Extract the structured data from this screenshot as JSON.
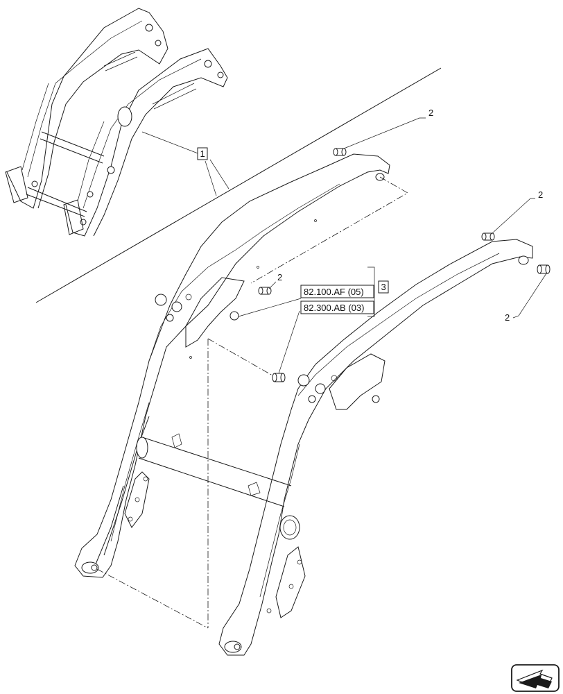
{
  "callouts": {
    "item1": "1",
    "item2_a": "2",
    "item2_b": "2",
    "item2_c": "2",
    "item2_d": "2",
    "item3": "3"
  },
  "references": {
    "ref_a": "82.100.AF (05)",
    "ref_b": "82.300.AB (03)"
  },
  "icons": {
    "nav": "next-page-arrow-icon"
  }
}
